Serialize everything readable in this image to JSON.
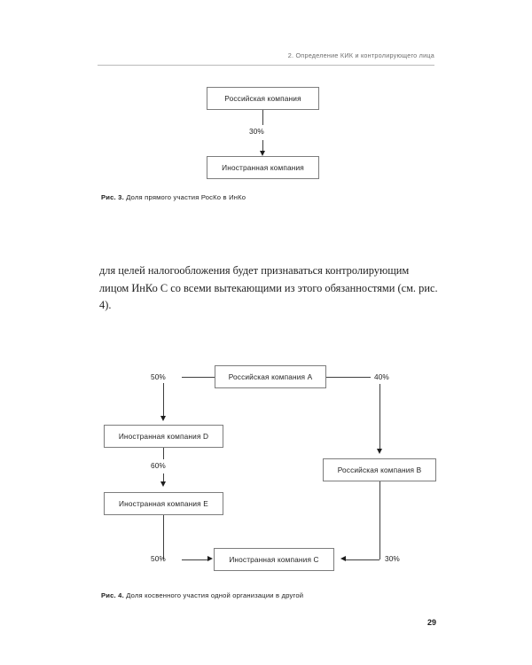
{
  "page": {
    "running_head": "2. Определение КИК и контролирующего лица",
    "folio": "29"
  },
  "figure3": {
    "caption_label": "Рис. 3.",
    "caption_text": "Доля прямого участия РосКо в ИнКо",
    "nodes": [
      {
        "id": "rosko",
        "label": "Российская компания"
      },
      {
        "id": "inko",
        "label": "Иностранная компания"
      }
    ],
    "edges": [
      {
        "from": "rosko",
        "to": "inko",
        "label": "30%"
      }
    ]
  },
  "paragraph": {
    "text": "для целей налогообложения будет признаваться контролирующим лицом ИнКо С со всеми вытекающими из этого обязанностями (см. рис. 4)."
  },
  "figure4": {
    "caption_label": "Рис. 4.",
    "caption_text": "Доля косвенного участия одной организации в другой",
    "nodes": [
      {
        "id": "a",
        "label": "Российская компания A"
      },
      {
        "id": "d",
        "label": "Иностранная компания D"
      },
      {
        "id": "b",
        "label": "Российская компания B"
      },
      {
        "id": "e",
        "label": "Иностранная компания E"
      },
      {
        "id": "c",
        "label": "Иностранная компания C"
      }
    ],
    "edges": [
      {
        "from": "a",
        "to": "d",
        "label": "50%"
      },
      {
        "from": "a",
        "to": "b",
        "label": "40%"
      },
      {
        "from": "d",
        "to": "e",
        "label": "60%"
      },
      {
        "from": "e",
        "to": "c",
        "label": "50%"
      },
      {
        "from": "b",
        "to": "c",
        "label": "30%"
      }
    ]
  }
}
